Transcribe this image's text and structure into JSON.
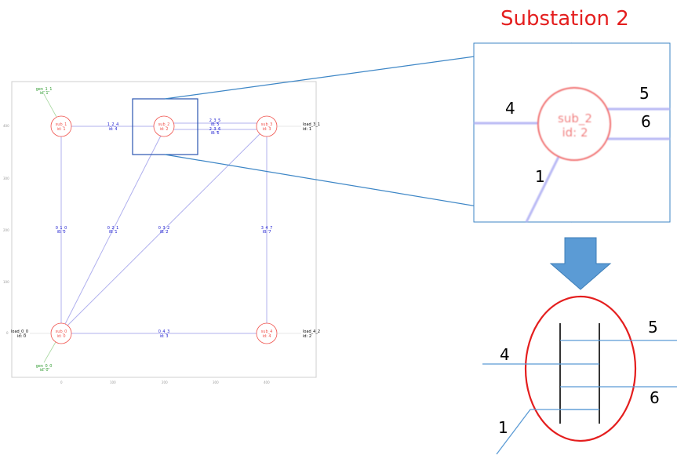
{
  "title": "Substation 2",
  "colors": {
    "substation": "#f0504a",
    "line_label": "#2020d0",
    "line": "#b0b0ee",
    "generator": "#2e9a2e",
    "load": "#000000",
    "callout": "#3d86c6",
    "arrow": "#5b9bd5",
    "ellipse": "#e41e1e",
    "title": "#e41e1e"
  },
  "grid": {
    "y_ticks": [
      "400",
      "300",
      "200",
      "100",
      "0"
    ],
    "x_ticks": [
      "0",
      "100",
      "200",
      "300",
      "400"
    ],
    "substations": [
      {
        "name": "sub_1",
        "id": "id: 1"
      },
      {
        "name": "sub_2",
        "id": "id: 2"
      },
      {
        "name": "sub_3",
        "id": "id: 3"
      },
      {
        "name": "sub_0",
        "id": "id: 0"
      },
      {
        "name": "sub_4",
        "id": "id: 4"
      }
    ],
    "lines": [
      {
        "name": "1_2_4",
        "id": "id: 4"
      },
      {
        "name": "2_3_5",
        "id": "id: 5"
      },
      {
        "name": "2_3_6",
        "id": "id: 6"
      },
      {
        "name": "0_1_0",
        "id": "id: 0"
      },
      {
        "name": "0_2_1",
        "id": "id: 1"
      },
      {
        "name": "0_3_2",
        "id": "id: 2"
      },
      {
        "name": "3_4_7",
        "id": "id: 7"
      },
      {
        "name": "0_4_3",
        "id": "id: 3"
      }
    ],
    "generators": [
      {
        "name": "gen_1_1",
        "id": "id: 1"
      },
      {
        "name": "gen_0_0",
        "id": "id: 0"
      }
    ],
    "loads": [
      {
        "name": "load_3_1",
        "id": "id: 1"
      },
      {
        "name": "load_0_0",
        "id": "id: 0"
      },
      {
        "name": "load_4_2",
        "id": "id: 2"
      }
    ]
  },
  "zoom": {
    "sub_name": "sub_2",
    "sub_id": "id: 2",
    "labels": {
      "line_4": "4",
      "line_5": "5",
      "line_6": "6",
      "line_1": "1"
    }
  },
  "schematic": {
    "labels": {
      "line_5": "5",
      "line_4": "4",
      "line_6": "6",
      "line_1": "1"
    }
  }
}
